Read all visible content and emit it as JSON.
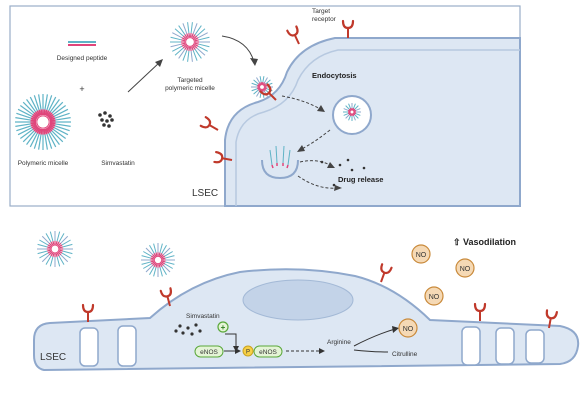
{
  "top_panel": {
    "designed_peptide": "Designed peptide",
    "plus": "+",
    "polymeric_micelle": "Polymeric micelle",
    "simvastatin": "Simvastatin",
    "targeted_micelle_line1": "Targeted",
    "targeted_micelle_line2": "polymeric micelle",
    "target_receptor_line1": "Target",
    "target_receptor_line2": "receptor",
    "endocytosis": "Endocytosis",
    "drug_release": "Drug release",
    "lsec": "LSEC"
  },
  "bottom_panel": {
    "vasodilation": "⇧ Vasodilation",
    "no_label": "NO",
    "simvastatin": "Simvastatin",
    "plus": "+",
    "enos": "eNOS",
    "p": "P",
    "arginine": "Arginine",
    "citrulline": "Citrulline",
    "lsec": "LSEC"
  },
  "colors": {
    "cell_fill": "#dde7f3",
    "cell_stroke": "#8fa8cc",
    "nucleus": "#c3d3e8",
    "receptor": "#c0392b",
    "micelle_arm": "#5fb3c6",
    "micelle_core": "#e0457b",
    "no_fill": "#f5d9b5",
    "no_stroke": "#c98a3b",
    "enos_fill": "#e4f4d6",
    "enos_stroke": "#5aa83a",
    "p_fill": "#f7d046"
  }
}
